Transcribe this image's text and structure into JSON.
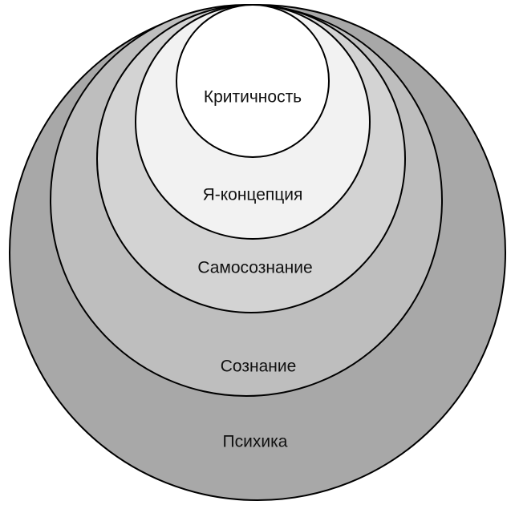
{
  "diagram": {
    "layers": [
      {
        "id": "psyche",
        "label": "Психика",
        "fill": "#a8a8a8"
      },
      {
        "id": "consciousness",
        "label": "Сознание",
        "fill": "#bebebe"
      },
      {
        "id": "self-awareness",
        "label": "Самосознание",
        "fill": "#d3d3d3"
      },
      {
        "id": "self-concept",
        "label": "Я-концепция",
        "fill": "#f2f2f2"
      },
      {
        "id": "criticality",
        "label": "Критичность",
        "fill": "#ffffff"
      }
    ]
  }
}
